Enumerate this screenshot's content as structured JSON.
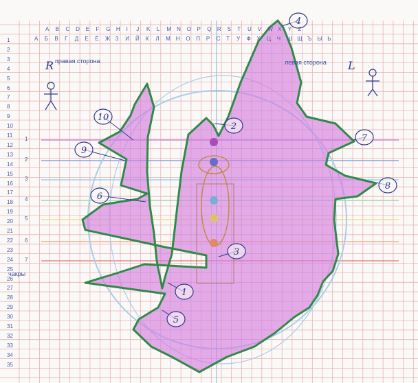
{
  "sheet": {
    "latin_columns": [
      "A",
      "B",
      "C",
      "D",
      "E",
      "F",
      "G",
      "H",
      "I",
      "J",
      "K",
      "L",
      "M",
      "N",
      "O",
      "P",
      "Q",
      "R",
      "S",
      "T",
      "U",
      "V",
      "W",
      "X",
      "Y",
      "Z"
    ],
    "cyrillic_columns": [
      "А",
      "Б",
      "В",
      "Г",
      "Д",
      "Е",
      "Ё",
      "Ж",
      "З",
      "И",
      "Й",
      "К",
      "Л",
      "М",
      "Н",
      "О",
      "П",
      "Р",
      "С",
      "Т",
      "У",
      "Ф",
      "Х",
      "Ц",
      "Ч",
      "Ш",
      "Щ",
      "Ъ",
      "Ы",
      "Ь"
    ],
    "row_numbers": [
      "1",
      "2",
      "3",
      "4",
      "5",
      "6",
      "7",
      "8",
      "9",
      "10",
      "11",
      "12",
      "13",
      "14",
      "15",
      "16",
      "17",
      "18",
      "19",
      "20",
      "21",
      "22",
      "23",
      "24",
      "25",
      "26",
      "27",
      "28",
      "29",
      "30",
      "31",
      "32",
      "33",
      "34",
      "35"
    ],
    "level_markers": [
      "1",
      "2",
      "3",
      "4",
      "5",
      "6",
      "7"
    ],
    "annotations": {
      "right_side": "правая сторона",
      "left_side": "левая сторона",
      "jaws": "чакры",
      "right_letter": "R",
      "left_letter": "L"
    },
    "callouts": [
      "1",
      "2",
      "3",
      "4",
      "5",
      "6",
      "7",
      "8",
      "9",
      "10"
    ]
  },
  "colors": {
    "grid_line": "#e2b3b3",
    "aura_fill": "#d27adf",
    "outline": "#2f8a4a",
    "pen": "#2b3a8a",
    "circle": "#a9cdea"
  }
}
